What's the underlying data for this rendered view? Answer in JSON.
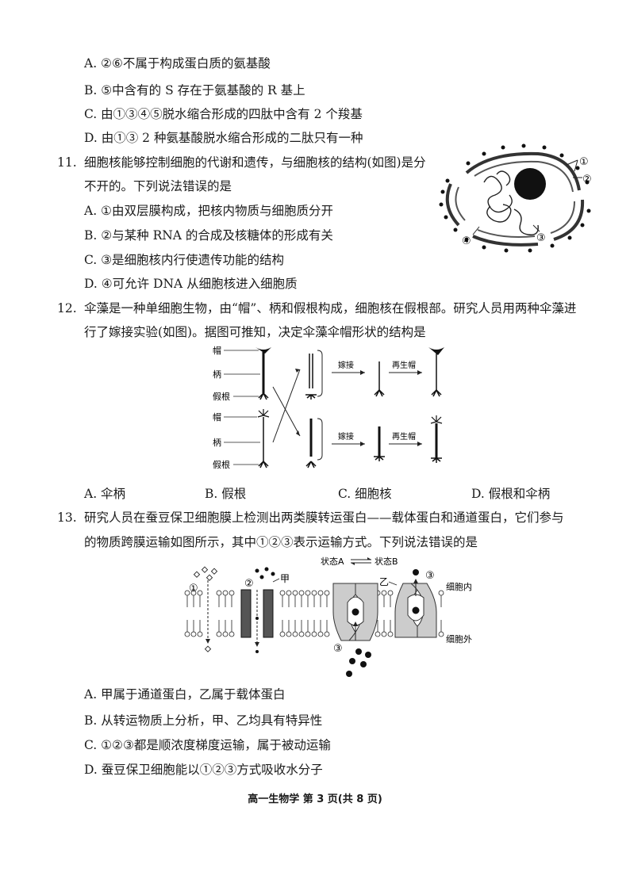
{
  "q10": {
    "options": [
      "A.  ②⑥不属于构成蛋白质的氨基酸",
      "B.  ⑤中含有的 S 存在于氨基酸的 R 基上",
      "C.  由①③④⑤脱水缩合形成的四肽中含有 2 个羧基",
      "D.  由①③ 2 种氨基酸脱水缩合形成的二肽只有一种"
    ]
  },
  "q11": {
    "number": "11.",
    "stem_line1": "细胞核能够控制细胞的代谢和遗传，与细胞核的结构(如图)是分",
    "stem_line2": "不开的。下列说法错误的是",
    "options": [
      "A.  ①由双层膜构成，把核内物质与细胞质分开",
      "B.  ②与某种 RNA 的合成及核糖体的形成有关",
      "C.  ③是细胞核内行使遗传功能的结构",
      "D.  ④可允许 DNA 从细胞核进入细胞质"
    ],
    "figure_labels": [
      "①",
      "②",
      "③",
      "④"
    ]
  },
  "q12": {
    "number": "12.",
    "stem_line1": "伞藻是一种单细胞生物，由“帽”、柄和假根构成，细胞核在假根部。研究人员用两种伞藻进",
    "stem_line2": "行了嫁接实验(如图)。据图可推知，决定伞藻伞帽形状的结构是",
    "figure": {
      "label_cap": "帽",
      "label_stalk": "柄",
      "label_root": "假根",
      "arrow_graft": "嫁接",
      "arrow_regen": "再生帽"
    },
    "options": [
      "A.  伞柄",
      "B.  假根",
      "C.  细胞核",
      "D.  假根和伞柄"
    ]
  },
  "q13": {
    "number": "13.",
    "stem_line1": "研究人员在蚕豆保卫细胞膜上检测出两类膜转运蛋白——载体蛋白和通道蛋白，它们参与",
    "stem_line2": "的物质跨膜运输如图所示，其中①②③表示运输方式。下列说法错误的是",
    "figure": {
      "label_1": "①",
      "label_2": "②",
      "label_3a": "③",
      "label_3b": "③",
      "label_jia": "甲",
      "label_yi": "乙",
      "state_a": "状态A",
      "state_b": "状态B",
      "inside": "细胞内",
      "outside": "细胞外"
    },
    "options": [
      "A.  甲属于通道蛋白，乙属于载体蛋白",
      "B.  从转运物质上分析，甲、乙均具有特异性",
      "C.  ①②③都是顺浓度梯度运输，属于被动运输",
      "D.  蚕豆保卫细胞能以①②③方式吸收水分子"
    ]
  },
  "footer": "高一生物学   第 3 页(共 8 页)"
}
